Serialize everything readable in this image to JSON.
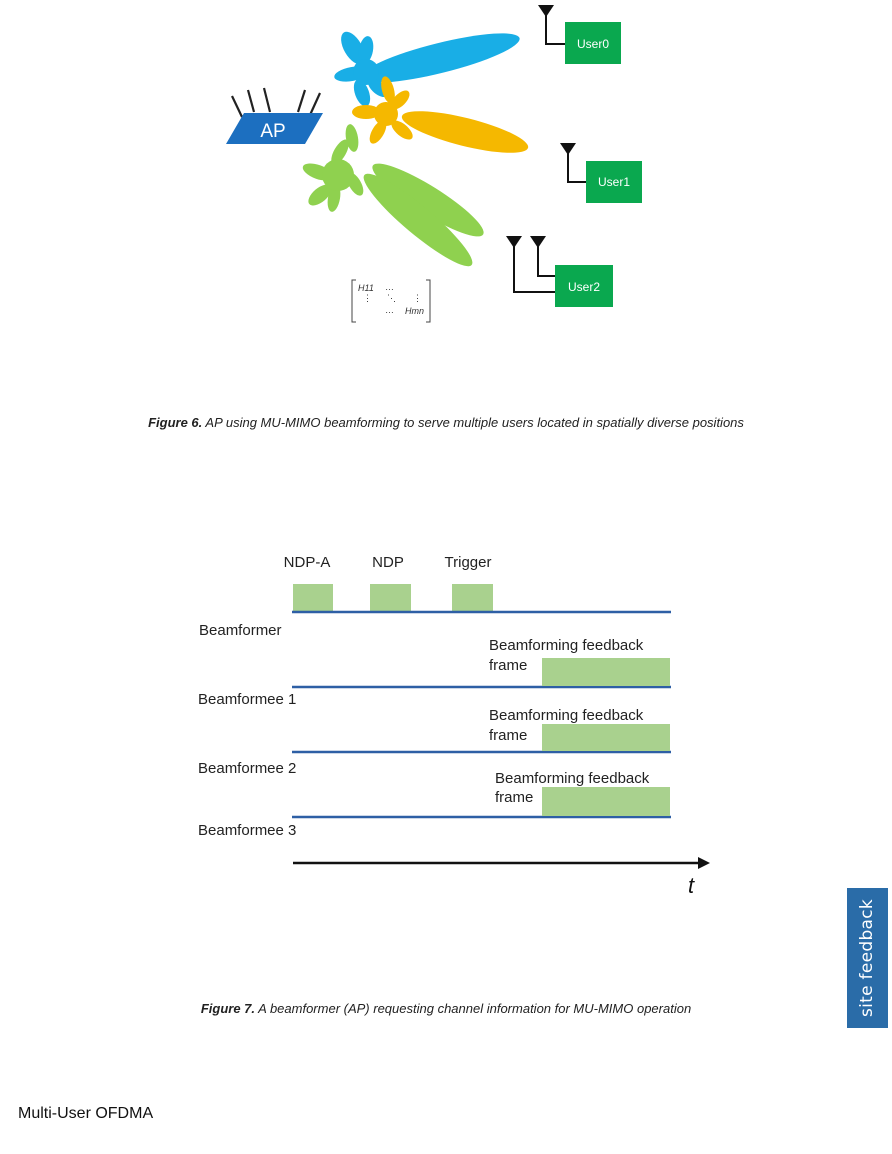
{
  "figure6": {
    "ap_label": "AP",
    "users": [
      "User0",
      "User1",
      "User2"
    ],
    "matrix": {
      "top_left": "H11",
      "bottom_right": "Hmn"
    },
    "colors": {
      "ap": "#1c6fc0",
      "beam_blue": "#19aee6",
      "beam_orange": "#f5b800",
      "beam_green": "#8fd14f",
      "user_box": "#0aa84f"
    },
    "caption_label": "Figure 6.",
    "caption_text": " AP using MU-MIMO beamforming to serve multiple users located in spatially diverse positions"
  },
  "figure7": {
    "frames": [
      "NDP-A",
      "NDP",
      "Trigger"
    ],
    "rows": [
      "Beamformer",
      "Beamformee 1",
      "Beamformee 2",
      "Beamformee 3"
    ],
    "feedback_line1": "Beamforming feedback",
    "feedback_line2": "frame",
    "time_label": "t",
    "colors": {
      "frame": "#a9d18e",
      "line": "#2e5fa5"
    },
    "caption_label": "Figure 7.",
    "caption_text": " A beamformer (AP) requesting channel information for MU-MIMO operation"
  },
  "site_feedback": "site feedback",
  "next_section": "Multi-User OFDMA"
}
